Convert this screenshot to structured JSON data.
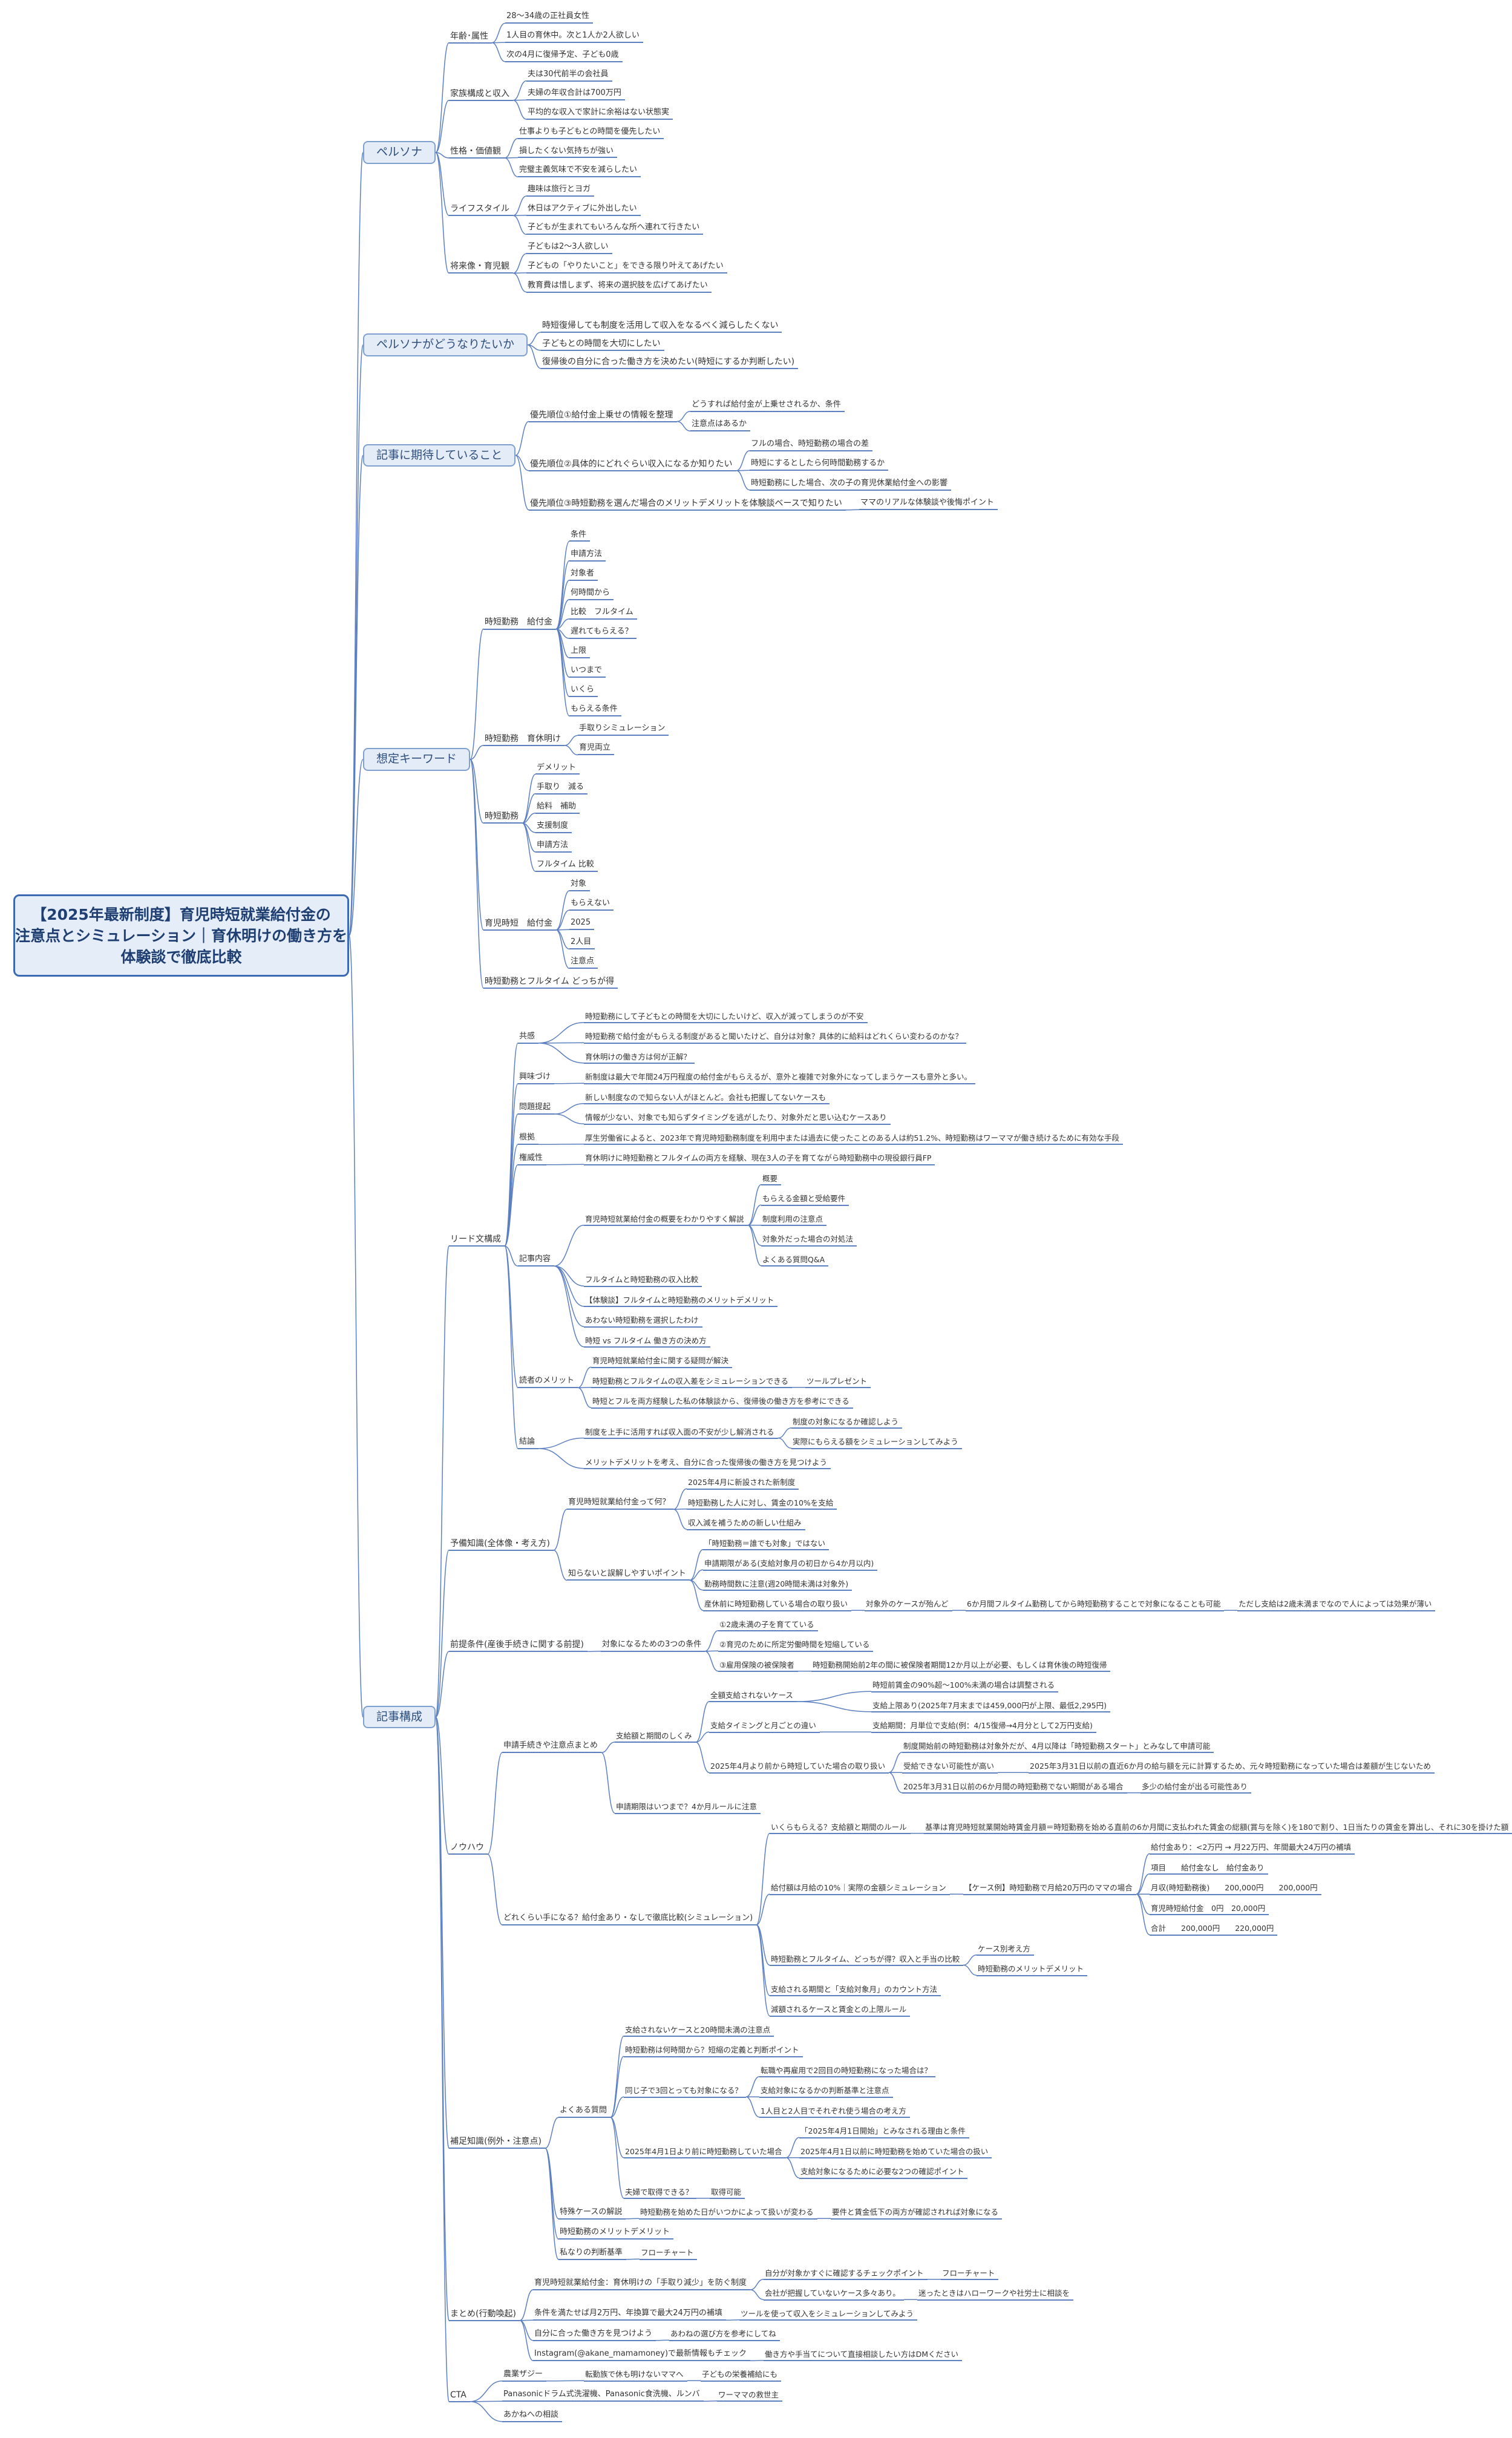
{
  "root": {
    "lines": [
      "【2025年最新制度】育児時短就業給付金の",
      "注意点とシミュレーション｜育休明けの働き方を",
      "体験談で徹底比較"
    ]
  },
  "branches": [
    {
      "label": "ペルソナ",
      "children": [
        {
          "label": "年齢･属性",
          "children": [
            {
              "label": "28〜34歳の正社員女性"
            },
            {
              "label": "1人目の育休中。次と1人か2人欲しい"
            },
            {
              "label": "次の4月に復帰予定、子ども0歳"
            }
          ]
        },
        {
          "label": "家族構成と収入",
          "children": [
            {
              "label": "夫は30代前半の会社員"
            },
            {
              "label": "夫婦の年収合計は700万円"
            },
            {
              "label": "平均的な収入で家計に余裕はない状態実"
            }
          ]
        },
        {
          "label": "性格・価値観",
          "children": [
            {
              "label": "仕事よりも子どもとの時間を優先したい"
            },
            {
              "label": "損したくない気持ちが強い"
            },
            {
              "label": "完璧主義気味で不安を減らしたい"
            }
          ]
        },
        {
          "label": "ライフスタイル",
          "children": [
            {
              "label": "趣味は旅行とヨガ"
            },
            {
              "label": "休日はアクティブに外出したい"
            },
            {
              "label": "子どもが生まれてもいろんな所へ連れて行きたい"
            }
          ]
        },
        {
          "label": "将来像・育児観",
          "children": [
            {
              "label": "子どもは2〜3人欲しい"
            },
            {
              "label": "子どもの「やりたいこと」をできる限り叶えてあげたい"
            },
            {
              "label": "教育費は惜しまず、将来の選択肢を広げてあげたい"
            }
          ]
        }
      ]
    },
    {
      "label": "ペルソナがどうなりたいか",
      "children": [
        {
          "label": "時短復帰しても制度を活用して収入をなるべく減らしたくない"
        },
        {
          "label": "子どもとの時間を大切にしたい"
        },
        {
          "label": "復帰後の自分に合った働き方を決めたい(時短にするか判断したい)"
        }
      ]
    },
    {
      "label": "記事に期待していること",
      "children": [
        {
          "label": "優先順位①給付金上乗せの情報を整理",
          "children": [
            {
              "label": "どうすれば給付金が上乗せされるか、条件"
            },
            {
              "label": "注意点はあるか"
            }
          ]
        },
        {
          "label": "優先順位②具体的にどれぐらい収入になるか知りたい",
          "children": [
            {
              "label": "フルの場合、時短勤務の場合の差"
            },
            {
              "label": "時短にするとしたら何時間勤務するか"
            },
            {
              "label": "時短勤務にした場合、次の子の育児休業給付金への影響"
            }
          ]
        },
        {
          "label": "優先順位③時短勤務を選んだ場合のメリットデメリットを体験談ベースで知りたい",
          "children": [
            {
              "label": "ママのリアルな体験談や後悔ポイント"
            }
          ]
        }
      ]
    },
    {
      "label": "想定キーワード",
      "children": [
        {
          "label": "時短勤務　給付金",
          "children": [
            {
              "label": "条件"
            },
            {
              "label": "申請方法"
            },
            {
              "label": "対象者"
            },
            {
              "label": "何時間から"
            },
            {
              "label": "比較　フルタイム"
            },
            {
              "label": "遅れてもらえる？"
            },
            {
              "label": "上限"
            },
            {
              "label": "いつまで"
            },
            {
              "label": "いくら"
            },
            {
              "label": "もらえる条件"
            }
          ]
        },
        {
          "label": "時短勤務　育休明け",
          "children": [
            {
              "label": "手取りシミュレーション"
            },
            {
              "label": "育児両立"
            }
          ]
        },
        {
          "label": "時短勤務",
          "children": [
            {
              "label": "デメリット"
            },
            {
              "label": "手取り　減る"
            },
            {
              "label": "給料　補助"
            },
            {
              "label": "支援制度"
            },
            {
              "label": "申請方法"
            },
            {
              "label": "フルタイム 比較"
            }
          ]
        },
        {
          "label": "育児時短　給付金",
          "children": [
            {
              "label": "対象"
            },
            {
              "label": "もらえない"
            },
            {
              "label": "2025"
            },
            {
              "label": "2人目"
            },
            {
              "label": "注意点"
            }
          ]
        },
        {
          "label": "時短勤務とフルタイム どっちが得"
        }
      ]
    },
    {
      "label": "記事構成",
      "children": [
        {
          "label": "リード文構成",
          "children": [
            {
              "label": "共感",
              "children": [
                {
                  "label": "時短勤務にして子どもとの時間を大切にしたいけど、収入が減ってしまうのが不安"
                },
                {
                  "label": "時短勤務で給付金がもらえる制度があると聞いたけど、自分は対象？具体的に給料はどれくらい変わるのかな？"
                },
                {
                  "label": "育休明けの働き方は何が正解？"
                }
              ]
            },
            {
              "label": "興味づけ",
              "children": [
                {
                  "label": "新制度は最大で年間24万円程度の給付金がもらえるが、意外と複雑で対象外になってしまうケースも意外と多い。"
                }
              ]
            },
            {
              "label": "問題提起",
              "children": [
                {
                  "label": "新しい制度なので知らない人がほとんど。会社も把握してないケースも"
                },
                {
                  "label": "情報が少ない、対象でも知らずタイミングを逃がしたり、対象外だと思い込むケースあり"
                }
              ]
            },
            {
              "label": "根拠",
              "children": [
                {
                  "label": "厚生労働省によると、2023年で育児時短勤務制度を利用中または過去に使ったことのある人は約51.2%、時短勤務はワーママが働き続けるために有効な手段"
                }
              ]
            },
            {
              "label": "権威性",
              "children": [
                {
                  "label": "育休明けに時短勤務とフルタイムの両方を経験、現在3人の子を育てながら時短勤務中の現役銀行員FP"
                }
              ]
            },
            {
              "label": "記事内容",
              "children": [
                {
                  "label": "育児時短就業給付金の概要をわかりやすく解説",
                  "children": [
                    {
                      "label": "概要"
                    },
                    {
                      "label": "もらえる金額と受給要件"
                    },
                    {
                      "label": "制度利用の注意点"
                    },
                    {
                      "label": "対象外だった場合の対処法"
                    },
                    {
                      "label": "よくある質問Q&A"
                    }
                  ]
                },
                {
                  "label": "フルタイムと時短勤務の収入比較"
                },
                {
                  "label": "【体験談】フルタイムと時短勤務のメリットデメリット"
                },
                {
                  "label": "あわない時短勤務を選択したわけ"
                },
                {
                  "label": "時短 vs フルタイム 働き方の決め方"
                }
              ]
            },
            {
              "label": "読者のメリット",
              "children": [
                {
                  "label": "育児時短就業給付金に関する疑問が解決"
                },
                {
                  "label": "時短勤務とフルタイムの収入差をシミュレーションできる",
                  "children": [
                    {
                      "label": "ツールプレゼント"
                    }
                  ]
                },
                {
                  "label": "時短とフルを両方経験した私の体験談から、復帰後の働き方を参考にできる"
                }
              ]
            },
            {
              "label": "結論",
              "children": [
                {
                  "label": "制度を上手に活用すれば収入面の不安が少し解消される",
                  "children": [
                    {
                      "label": "制度の対象になるか確認しよう"
                    },
                    {
                      "label": "実際にもらえる額をシミュレーションしてみよう"
                    }
                  ]
                },
                {
                  "label": "メリットデメリットを考え、自分に合った復帰後の働き方を見つけよう"
                }
              ]
            }
          ]
        },
        {
          "label": "予備知識(全体像・考え方)",
          "children": [
            {
              "label": "育児時短就業給付金って何？",
              "children": [
                {
                  "label": "2025年4月に新設された新制度"
                },
                {
                  "label": "時短勤務した人に対し、賃金の10%を支給"
                },
                {
                  "label": "収入減を補うための新しい仕組み"
                }
              ]
            },
            {
              "label": "知らないと誤解しやすいポイント",
              "children": [
                {
                  "label": "「時短勤務＝誰でも対象」ではない"
                },
                {
                  "label": "申請期限がある(支給対象月の初日から4か月以内)"
                },
                {
                  "label": "勤務時間数に注意(週20時間未満は対象外)"
                },
                {
                  "label": "産休前に時短勤務している場合の取り扱い",
                  "children": [
                    {
                      "label": "対象外のケースが殆んど",
                      "children": [
                        {
                          "label": "6か月間フルタイム勤務してから時短勤務することで対象になることも可能",
                          "children": [
                            {
                              "label": "ただし支給は2歳未満までなので人によっては効果が薄い"
                            }
                          ]
                        }
                      ]
                    }
                  ]
                }
              ]
            }
          ]
        },
        {
          "label": "前提条件(産後手続きに関する前提)",
          "children": [
            {
              "label": "対象になるための3つの条件",
              "children": [
                {
                  "label": "①2歳未満の子を育てている"
                },
                {
                  "label": "②育児のために所定労働時間を短縮している"
                },
                {
                  "label": "③雇用保険の被保険者",
                  "children": [
                    {
                      "label": "時短勤務開始前2年の間に被保険者期間12か月以上が必要、もしくは育休後の時短復帰"
                    }
                  ]
                }
              ]
            }
          ]
        },
        {
          "label": "ノウハウ",
          "children": [
            {
              "label": "申請手続きや注意点まとめ",
              "children": [
                {
                  "label": "支給額と期間のしくみ",
                  "children": [
                    {
                      "label": "全額支給されないケース",
                      "children": [
                        {
                          "label": "時短前賃金の90%超〜100%未満の場合は調整される"
                        },
                        {
                          "label": "支給上限あり(2025年7月末までは459,000円が上限、最低2,295円)"
                        }
                      ]
                    },
                    {
                      "label": "支給タイミングと月ごとの違い",
                      "children": [
                        {
                          "label": "支給期間：月単位で支給(例：4/15復帰→4月分として2万円支給)"
                        }
                      ]
                    },
                    {
                      "label": "2025年4月より前から時短していた場合の取り扱い",
                      "children": [
                        {
                          "label": "制度開始前の時短勤務は対象外だが、4月以降は「時短勤務スタート」とみなして申請可能"
                        },
                        {
                          "label": "受給できない可能性が高い",
                          "children": [
                            {
                              "label": "2025年3月31日以前の直近6か月の給与額を元に計算するため、元々時短勤務になっていた場合は差額が生じないため"
                            }
                          ]
                        },
                        {
                          "label": "2025年3月31日以前の6か月間の時短勤務でない期間がある場合",
                          "children": [
                            {
                              "label": "多少の給付金が出る可能性あり"
                            }
                          ]
                        }
                      ]
                    }
                  ]
                },
                {
                  "label": "申請期限はいつまで？4か月ルールに注意"
                }
              ]
            },
            {
              "label": "どれくらい手になる？給付金あり・なしで徹底比較(シミュレーション)",
              "children": [
                {
                  "label": "いくらもらえる？支給額と期間のルール",
                  "children": [
                    {
                      "label": "基準は育児時短就業開始時賃金月額＝時短勤務を始める直前の6か月間に支払われた賃金の総額(賞与を除く)を180で割り、1日当たりの賃金を算出し、それに30を掛けた額"
                    }
                  ]
                },
                {
                  "label": "給付額は月給の10%｜実際の金額シミュレーション",
                  "children": [
                    {
                      "label": "【ケース例】時短勤務で月給20万円のママの場合",
                      "children": [
                        {
                          "label": "給付金あり：<2万円 → 月22万円、年間最大24万円の補填"
                        },
                        {
                          "label": "項目　　給付金なし　給付金あり"
                        },
                        {
                          "label": "月収(時短勤務後)　　200,000円　　200,000円"
                        },
                        {
                          "label": "育児時短給付金　0円　20,000円"
                        },
                        {
                          "label": "合計　　200,000円　　220,000円"
                        }
                      ]
                    }
                  ]
                },
                {
                  "label": "時短勤務とフルタイム、どっちが得？収入と手当の比較",
                  "children": [
                    {
                      "label": "ケース別考え方"
                    },
                    {
                      "label": "時短勤務のメリットデメリット"
                    }
                  ]
                },
                {
                  "label": "支給される期間と「支給対象月」のカウント方法"
                },
                {
                  "label": "減額されるケースと賃金との上限ルール"
                }
              ]
            }
          ]
        },
        {
          "label": "補足知識(例外・注意点)",
          "children": [
            {
              "label": "よくある質問",
              "children": [
                {
                  "label": "支給されないケースと20時間未満の注意点"
                },
                {
                  "label": "時短勤務は何時間から？短縮の定義と判断ポイント"
                },
                {
                  "label": "同じ子で3回とっても対象になる？",
                  "children": [
                    {
                      "label": "転職や再雇用で2回目の時短勤務になった場合は？"
                    },
                    {
                      "label": "支給対象になるかの判断基準と注意点"
                    },
                    {
                      "label": "1人目と2人目でそれぞれ使う場合の考え方"
                    }
                  ]
                },
                {
                  "label": "2025年4月1日より前に時短勤務していた場合",
                  "children": [
                    {
                      "label": "「2025年4月1日開始」とみなされる理由と条件"
                    },
                    {
                      "label": "2025年4月1日以前に時短勤務を始めていた場合の扱い"
                    },
                    {
                      "label": "支給対象になるために必要な2つの確認ポイント"
                    }
                  ]
                },
                {
                  "label": "夫婦で取得できる？",
                  "children": [
                    {
                      "label": "取得可能"
                    }
                  ]
                }
              ]
            },
            {
              "label": "特殊ケースの解説",
              "children": [
                {
                  "label": "時短勤務を始めた日がいつかによって扱いが変わる",
                  "children": [
                    {
                      "label": "要件と賃金低下の両方が確認されれば対象になる"
                    }
                  ]
                }
              ]
            },
            {
              "label": "時短勤務のメリットデメリット"
            },
            {
              "label": "私なりの判断基準",
              "children": [
                {
                  "label": "フローチャート"
                }
              ]
            }
          ]
        },
        {
          "label": "まとめ(行動喚起)",
          "children": [
            {
              "label": "育児時短就業給付金：育休明けの「手取り減少」を防ぐ制度",
              "children": [
                {
                  "label": "自分が対象かすぐに確認するチェックポイント",
                  "children": [
                    {
                      "label": "フローチャート"
                    }
                  ]
                },
                {
                  "label": "会社が把握していないケース多々あり。",
                  "children": [
                    {
                      "label": "迷ったときはハローワークや社労士に相談を"
                    }
                  ]
                }
              ]
            },
            {
              "label": "条件を満たせば月2万円、年換算で最大24万円の補填",
              "children": [
                {
                  "label": "ツールを使って収入をシミュレーションしてみよう"
                }
              ]
            },
            {
              "label": "自分に合った働き方を見つけよう",
              "children": [
                {
                  "label": "あわねの選び方を参考にしてね"
                }
              ]
            },
            {
              "label": "Instagram(@akane_mamamoney)で最新情報もチェック",
              "children": [
                {
                  "label": "働き方や手当てについて直接相談したい方はDMください"
                }
              ]
            }
          ]
        },
        {
          "label": "CTA",
          "children": [
            {
              "label": "農業ザジー",
              "children": [
                {
                  "label": "転勤族で休も明けないママへ",
                  "children": [
                    {
                      "label": "子どもの栄養補給にも"
                    }
                  ]
                }
              ]
            },
            {
              "label": "Panasonicドラム式洗濯機、Panasonic食洗機、ルンバ",
              "children": [
                {
                  "label": "ワーママの救世主"
                }
              ]
            },
            {
              "label": "あかねへの相談"
            }
          ]
        }
      ]
    }
  ]
}
